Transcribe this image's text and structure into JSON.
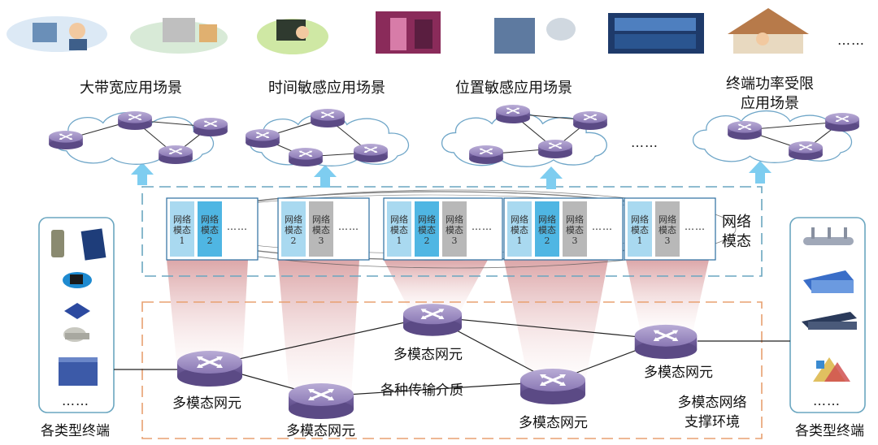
{
  "scenarios": [
    {
      "label": "大带宽应用场景",
      "icon": "video-call-icon"
    },
    {
      "label": "时间敏感应用场景",
      "icon": "industrial-icon"
    },
    {
      "label": "位置敏感应用场景",
      "icon": "satellite-building-icon"
    },
    {
      "label": "终端功率受限",
      "label2": "应用场景",
      "icon": "smart-home-icon"
    }
  ],
  "top_ellipsis": "……",
  "cloud_ellipsis": "……",
  "modal_groups": [
    {
      "modules": [
        {
          "line1": "网络",
          "line2": "模态",
          "num": "1"
        },
        {
          "line1": "网络",
          "line2": "模态",
          "num": "2"
        }
      ]
    },
    {
      "modules": [
        {
          "line1": "网络",
          "line2": "模态",
          "num": "2"
        },
        {
          "line1": "网络",
          "line2": "模态",
          "num": "3"
        }
      ]
    },
    {
      "modules": [
        {
          "line1": "网络",
          "line2": "模态",
          "num": "1"
        },
        {
          "line1": "网络",
          "line2": "模态",
          "num": "2"
        },
        {
          "line1": "网络",
          "line2": "模态",
          "num": "3"
        }
      ]
    },
    {
      "modules": [
        {
          "line1": "网络",
          "line2": "模态",
          "num": "1"
        },
        {
          "line1": "网络",
          "line2": "模态",
          "num": "2"
        },
        {
          "line1": "网络",
          "line2": "模态",
          "num": "3"
        }
      ]
    },
    {
      "modules": [
        {
          "line1": "网络",
          "line2": "模态",
          "num": "1"
        },
        {
          "line1": "网络",
          "line2": "模态",
          "num": "3"
        }
      ]
    }
  ],
  "module_ellipsis": "……",
  "network_modal_label": {
    "line1": "网络",
    "line2": "模态"
  },
  "network_elements": [
    {
      "label": "多模态网元"
    },
    {
      "label": "多模态网元"
    },
    {
      "label": "多模态网元"
    },
    {
      "label": "多模态网元"
    },
    {
      "label": "多模态网元"
    }
  ],
  "medium_label": "各种传输介质",
  "env_label": {
    "line1": "多模态网络",
    "line2": "支撑环境"
  },
  "left_terminals": {
    "label": "各类型终端",
    "ellipsis": "……",
    "icons": [
      "phone-icon",
      "tablet-icon",
      "wearable-icon",
      "router-icon",
      "camera-icon",
      "raid-icon"
    ]
  },
  "right_terminals": {
    "label": "各类型终端",
    "ellipsis": "……",
    "icons": [
      "rack-icon",
      "switch-icon",
      "server-icon",
      "sensor-icon"
    ]
  },
  "colors": {
    "module_light": "#a9d9f0",
    "module_mid": "#4fb6e3",
    "module_gray": "#b8b8b8",
    "router": "#8f7db8",
    "arrow": "#7ecdf0",
    "dash_blue": "#6aa6c0",
    "dash_orange": "#e8a070"
  }
}
